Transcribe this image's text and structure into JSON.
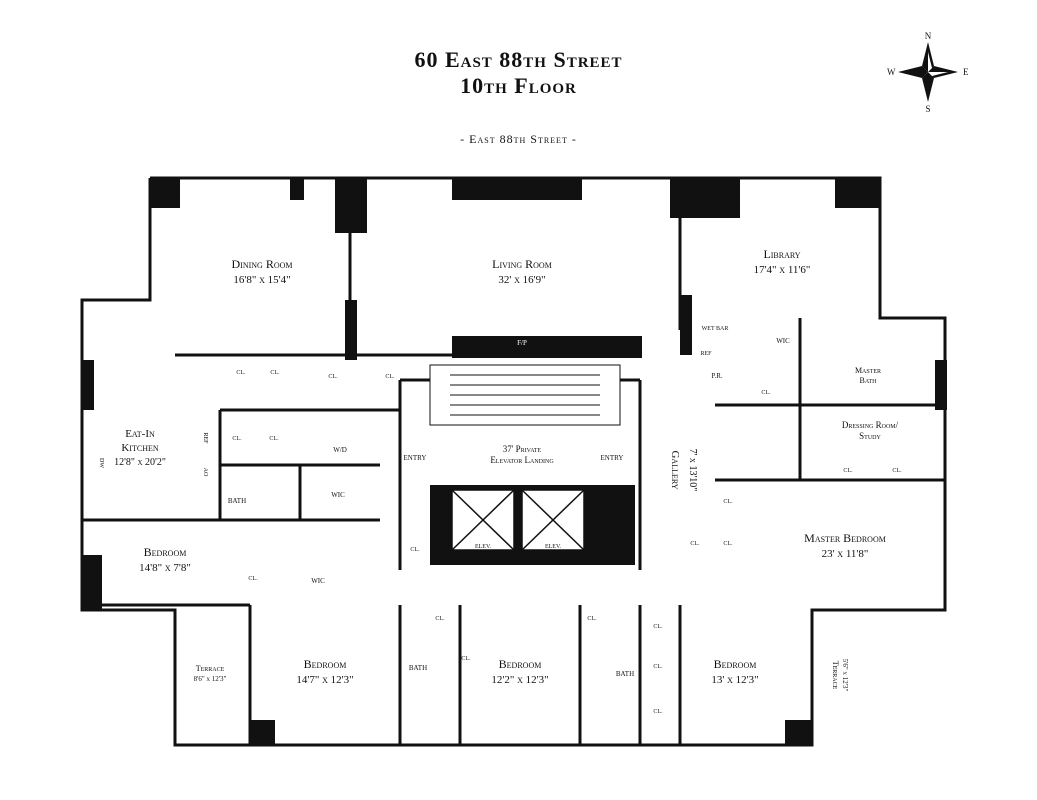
{
  "header": {
    "address": "60 East 88th Street",
    "floor": "10th Floor",
    "street_label": "- East 88th Street -"
  },
  "compass": {
    "n": "N",
    "s": "S",
    "e": "E",
    "w": "W"
  },
  "rooms": {
    "dining": {
      "name": "Dining Room",
      "dims": "16'8\" x 15'4\""
    },
    "living": {
      "name": "Living Room",
      "dims": "32' x 16'9\""
    },
    "library": {
      "name": "Library",
      "dims": "17'4\" x 11'6\""
    },
    "kitchen": {
      "name1": "Eat-In",
      "name2": "Kitchen",
      "dims": "12'8\" x 20'2\""
    },
    "elevator": {
      "line1": "37' Private",
      "line2": "Elevator Landing"
    },
    "gallery": {
      "name": "Gallery",
      "dims": "7' x 13'10\""
    },
    "dressing": {
      "line1": "Dressing Room/",
      "line2": "Study"
    },
    "master_bath": {
      "line1": "Master",
      "line2": "Bath"
    },
    "master_bed": {
      "name": "Master Bedroom",
      "dims": "23' x 11'8\""
    },
    "bed1": {
      "name": "Bedroom",
      "dims": "14'8\" x 7'8\""
    },
    "bed2": {
      "name": "Bedroom",
      "dims": "14'7\" x 12'3\""
    },
    "bed3": {
      "name": "Bedroom",
      "dims": "12'2\" x 12'3\""
    },
    "bed4": {
      "name": "Bedroom",
      "dims": "13' x 12'3\""
    },
    "terrace_w": {
      "name": "Terrace",
      "dims": "8'6\" x 12'3\""
    },
    "terrace_e": {
      "name": "Terrace",
      "dims": "5'6\" x 12'3\""
    }
  },
  "small": {
    "closet": "CL.",
    "wic": "WIC",
    "bath": "BATH",
    "entry": "ENTRY",
    "elev": "ELEV.",
    "fp": "F/P",
    "pr": "P.R.",
    "wet_bar": "WET BAR",
    "ref": "REF",
    "wd": "W/D",
    "dw": "DW",
    "ref_k": "REF",
    "ao": "AO"
  }
}
